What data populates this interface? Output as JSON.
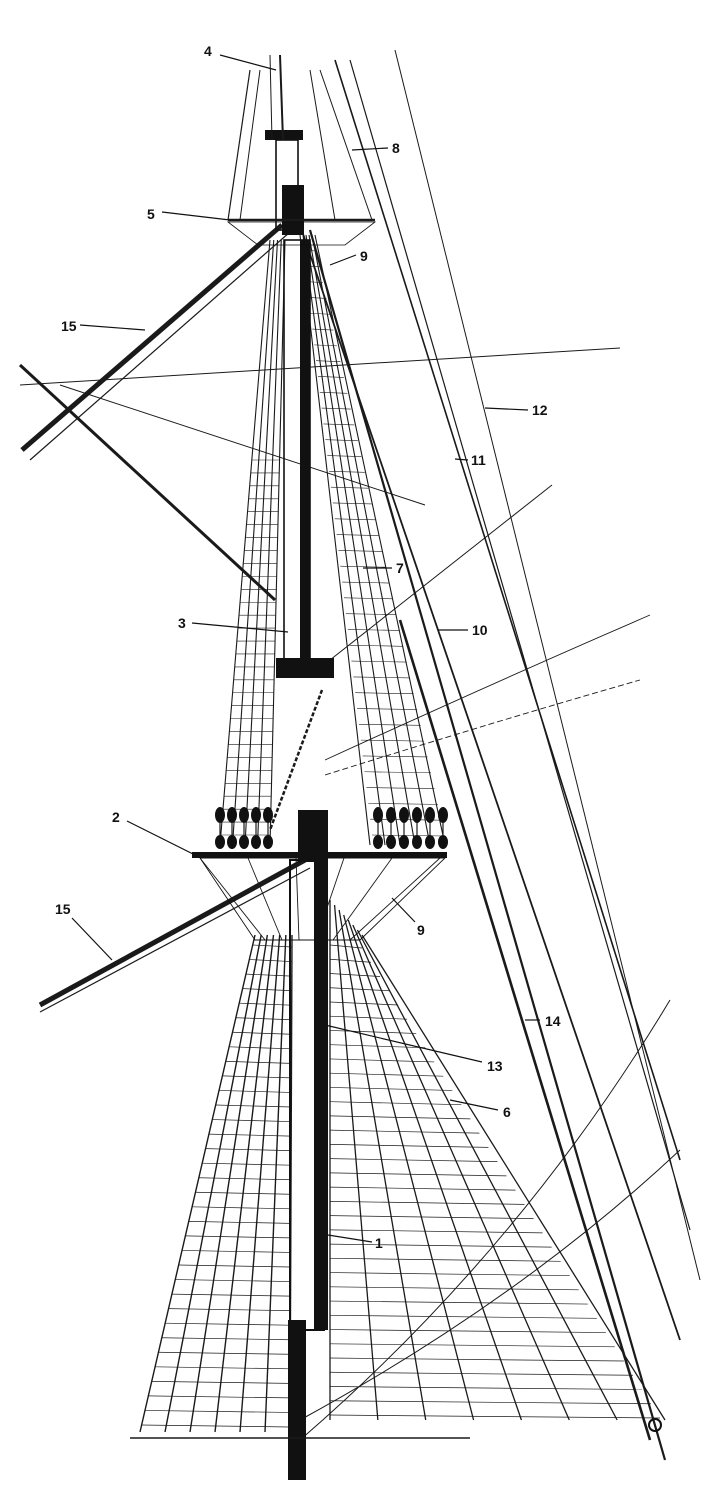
{
  "colors": {
    "ink": "#111111",
    "paper": "#ffffff"
  },
  "labels": [
    {
      "id": "lbl-1",
      "text": "1"
    },
    {
      "id": "lbl-2",
      "text": "2"
    },
    {
      "id": "lbl-3",
      "text": "3"
    },
    {
      "id": "lbl-4",
      "text": "4"
    },
    {
      "id": "lbl-5",
      "text": "5"
    },
    {
      "id": "lbl-6",
      "text": "6"
    },
    {
      "id": "lbl-7",
      "text": "7"
    },
    {
      "id": "lbl-8",
      "text": "8"
    },
    {
      "id": "lbl-9a",
      "text": "9"
    },
    {
      "id": "lbl-9b",
      "text": "9"
    },
    {
      "id": "lbl-10",
      "text": "10"
    },
    {
      "id": "lbl-11",
      "text": "11"
    },
    {
      "id": "lbl-12",
      "text": "12"
    },
    {
      "id": "lbl-13",
      "text": "13"
    },
    {
      "id": "lbl-14",
      "text": "14"
    },
    {
      "id": "lbl-15a",
      "text": "15"
    },
    {
      "id": "lbl-15b",
      "text": "15"
    }
  ]
}
